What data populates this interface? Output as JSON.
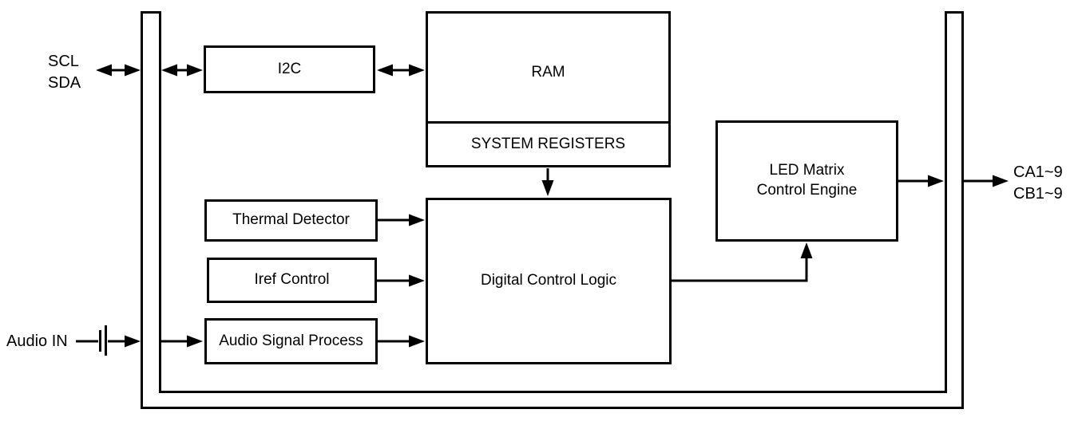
{
  "diagram": {
    "blocks": {
      "i2c": "I2C",
      "ram": "RAM",
      "system_registers": "SYSTEM REGISTERS",
      "led_matrix": {
        "line1": "LED Matrix",
        "line2": "Control Engine"
      },
      "thermal_detector": "Thermal Detector",
      "iref_control": "Iref Control",
      "audio_signal_process": "Audio Signal Process",
      "digital_control_logic": "Digital Control Logic"
    },
    "pins": {
      "scl": "SCL",
      "sda": "SDA",
      "audio_in": "Audio IN",
      "ca": "CA1~9",
      "cb": "CB1~9"
    },
    "colors": {
      "line": "#000000",
      "text": "#000000",
      "background": "#ffffff"
    },
    "connections": [
      {
        "from": "SCL/SDA pins",
        "to": "bus ring",
        "type": "bidirectional-arrow"
      },
      {
        "from": "bus ring",
        "to": "I2C",
        "type": "bidirectional-arrow"
      },
      {
        "from": "I2C",
        "to": "RAM",
        "type": "bidirectional-arrow"
      },
      {
        "from": "SYSTEM REGISTERS",
        "to": "Digital Control Logic",
        "type": "arrow-down"
      },
      {
        "from": "Thermal Detector",
        "to": "Digital Control Logic",
        "type": "arrow-right"
      },
      {
        "from": "Iref Control",
        "to": "Digital Control Logic",
        "type": "arrow-right"
      },
      {
        "from": "Audio IN pin",
        "to": "bus ring",
        "type": "arrow-right-through-capacitor"
      },
      {
        "from": "bus ring",
        "to": "Audio Signal Process",
        "type": "arrow-right"
      },
      {
        "from": "Audio Signal Process",
        "to": "Digital Control Logic",
        "type": "arrow-right"
      },
      {
        "from": "Digital Control Logic",
        "to": "LED Matrix Control Engine",
        "type": "arrow-up"
      },
      {
        "from": "LED Matrix Control Engine",
        "to": "bus ring",
        "type": "arrow-right"
      },
      {
        "from": "bus ring",
        "to": "CA1~9 / CB1~9 pins",
        "type": "arrow-right"
      }
    ]
  }
}
